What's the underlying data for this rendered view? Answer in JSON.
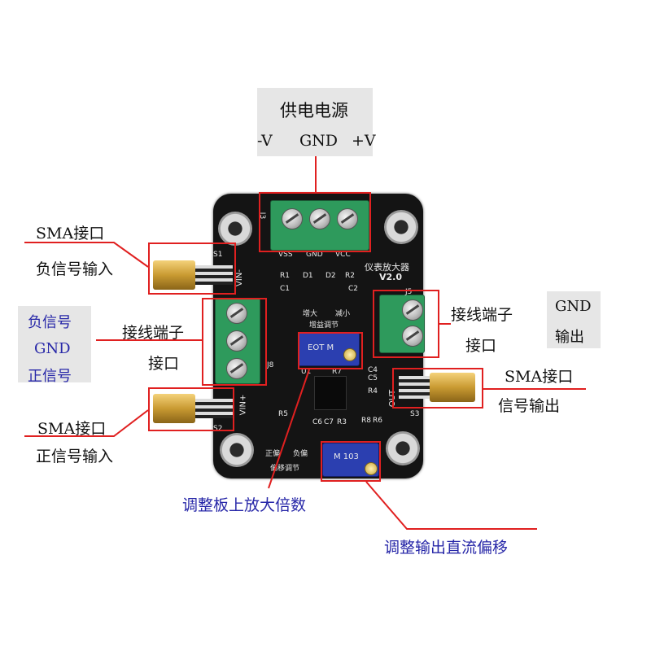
{
  "power": {
    "title": "供电电源",
    "neg": "-V",
    "gnd": "GND",
    "pos": "+V"
  },
  "left_annotations": {
    "sma_neg_title": "SMA接口",
    "sma_neg_desc": "负信号输入",
    "terminal_signals": [
      "负信号",
      "GND",
      "正信号"
    ],
    "terminal_title": "接线端子",
    "terminal_port": "接口",
    "sma_pos_title": "SMA接口",
    "sma_pos_desc": "正信号输入"
  },
  "right_annotations": {
    "terminal_title": "接线端子",
    "terminal_port": "接口",
    "gnd_label": "GND",
    "output_label": "输出",
    "sma_out_title": "SMA接口",
    "sma_out_desc": "信号输出"
  },
  "bottom_annotations": {
    "gain_adjust": "调整板上放大倍数",
    "offset_adjust": "调整输出直流偏移"
  },
  "board": {
    "name": "仪表放大器",
    "version": "V2.0",
    "vss": "VSS",
    "gnd": "GND",
    "vcc": "VCC",
    "j3": "J3",
    "j5": "J5",
    "j8": "J8",
    "s1": "S1",
    "s2": "S2",
    "s3": "S3",
    "r1": "R1",
    "d1": "D1",
    "d2": "D2",
    "r2": "R2",
    "c1": "C1",
    "c2": "C2",
    "vin_minus": "VIN-",
    "vin_plus": "VIN+",
    "out": "OUT",
    "gain_inc": "增大",
    "gain_dec": "减小",
    "gain_adj": "增益调节",
    "offset_pos": "正偏",
    "offset_neg": "负偏",
    "offset_adj": "偏移调节",
    "pot1_text": "EOT M",
    "pot2_text": "M 103",
    "u1": "U1",
    "r7": "R7",
    "c4": "C4",
    "c5": "C5",
    "r4": "R4",
    "r5": "R5",
    "r6": "R6",
    "r8": "R8",
    "c6": "C6",
    "c7": "C7",
    "r3": "R3"
  },
  "colors": {
    "annotation_line": "#e02020",
    "blue_text": "#2727a8",
    "pcb": "#141414",
    "terminal": "#2e9a5c"
  }
}
